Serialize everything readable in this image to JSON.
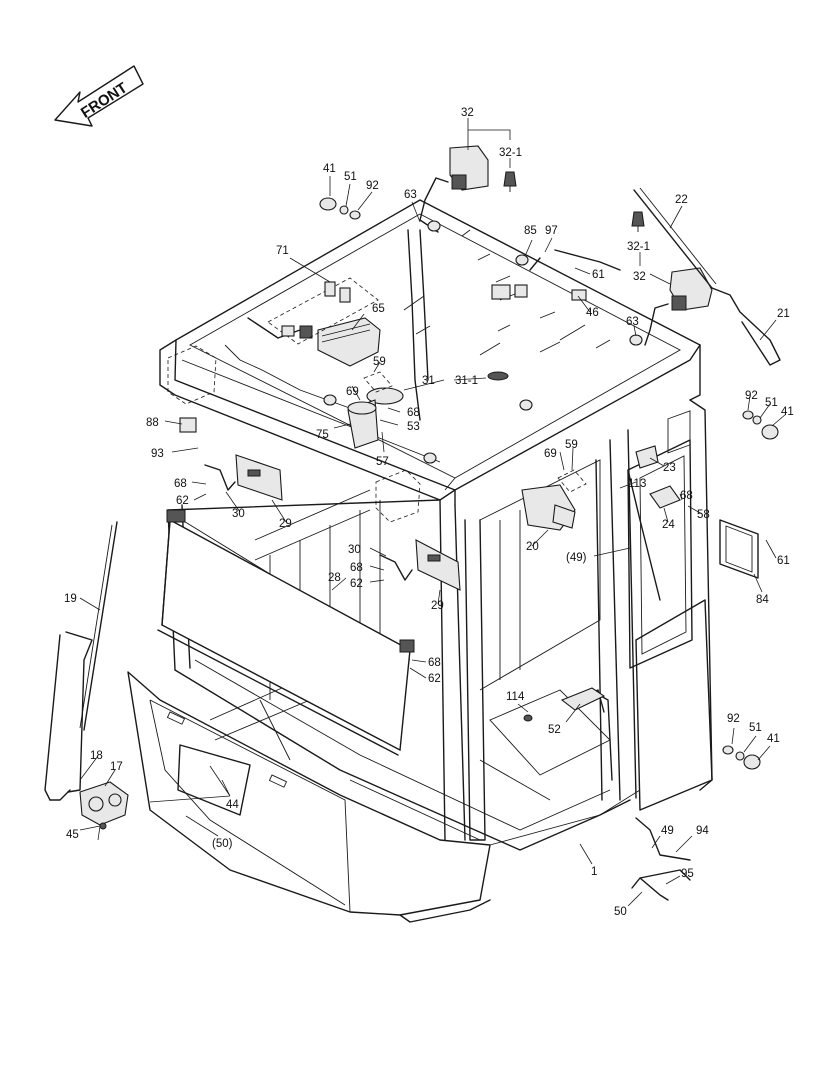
{
  "front_label": "FRONT",
  "callouts": [
    {
      "id": "c32",
      "label": "32"
    },
    {
      "id": "c32-1a",
      "label": "32-1"
    },
    {
      "id": "c41a",
      "label": "41"
    },
    {
      "id": "c51a",
      "label": "51"
    },
    {
      "id": "c92a",
      "label": "92"
    },
    {
      "id": "c63a",
      "label": "63"
    },
    {
      "id": "c22",
      "label": "22"
    },
    {
      "id": "c71",
      "label": "71"
    },
    {
      "id": "c85",
      "label": "85"
    },
    {
      "id": "c97",
      "label": "97"
    },
    {
      "id": "c32-1b",
      "label": "32-1"
    },
    {
      "id": "c61a",
      "label": "61"
    },
    {
      "id": "c32b",
      "label": "32"
    },
    {
      "id": "c65",
      "label": "65"
    },
    {
      "id": "c46",
      "label": "46"
    },
    {
      "id": "c63b",
      "label": "63"
    },
    {
      "id": "c21",
      "label": "21"
    },
    {
      "id": "c59a",
      "label": "59"
    },
    {
      "id": "c31",
      "label": "31"
    },
    {
      "id": "c31-1",
      "label": "31-1"
    },
    {
      "id": "c69a",
      "label": "69"
    },
    {
      "id": "c68a",
      "label": "68"
    },
    {
      "id": "c88",
      "label": "88"
    },
    {
      "id": "c75",
      "label": "75"
    },
    {
      "id": "c53",
      "label": "53"
    },
    {
      "id": "c92b",
      "label": "92"
    },
    {
      "id": "c51b",
      "label": "51"
    },
    {
      "id": "c41b",
      "label": "41"
    },
    {
      "id": "c93",
      "label": "93"
    },
    {
      "id": "c57",
      "label": "57"
    },
    {
      "id": "c59b",
      "label": "59"
    },
    {
      "id": "c69b",
      "label": "69"
    },
    {
      "id": "c23",
      "label": "23"
    },
    {
      "id": "c68b",
      "label": "68"
    },
    {
      "id": "c113",
      "label": "113"
    },
    {
      "id": "c68c",
      "label": "68"
    },
    {
      "id": "c62a",
      "label": "62"
    },
    {
      "id": "c30a",
      "label": "30"
    },
    {
      "id": "c29a",
      "label": "29"
    },
    {
      "id": "c24",
      "label": "24"
    },
    {
      "id": "c58",
      "label": "58"
    },
    {
      "id": "c20",
      "label": "20"
    },
    {
      "id": "c30b",
      "label": "30"
    },
    {
      "id": "c49a",
      "label": "(49)"
    },
    {
      "id": "c61b",
      "label": "61"
    },
    {
      "id": "c68d",
      "label": "68"
    },
    {
      "id": "c28",
      "label": "28"
    },
    {
      "id": "c62b",
      "label": "62"
    },
    {
      "id": "c19",
      "label": "19"
    },
    {
      "id": "c29b",
      "label": "29"
    },
    {
      "id": "c84",
      "label": "84"
    },
    {
      "id": "c68e",
      "label": "68"
    },
    {
      "id": "c62c",
      "label": "62"
    },
    {
      "id": "c114",
      "label": "114"
    },
    {
      "id": "c92c",
      "label": "92"
    },
    {
      "id": "c51c",
      "label": "51"
    },
    {
      "id": "c41c",
      "label": "41"
    },
    {
      "id": "c52",
      "label": "52"
    },
    {
      "id": "c18",
      "label": "18"
    },
    {
      "id": "c17",
      "label": "17"
    },
    {
      "id": "c44",
      "label": "44"
    },
    {
      "id": "c45",
      "label": "45"
    },
    {
      "id": "c50a",
      "label": "(50)"
    },
    {
      "id": "c49b",
      "label": "49"
    },
    {
      "id": "c94",
      "label": "94"
    },
    {
      "id": "c1",
      "label": "1"
    },
    {
      "id": "c95",
      "label": "95"
    },
    {
      "id": "c50b",
      "label": "50"
    }
  ]
}
